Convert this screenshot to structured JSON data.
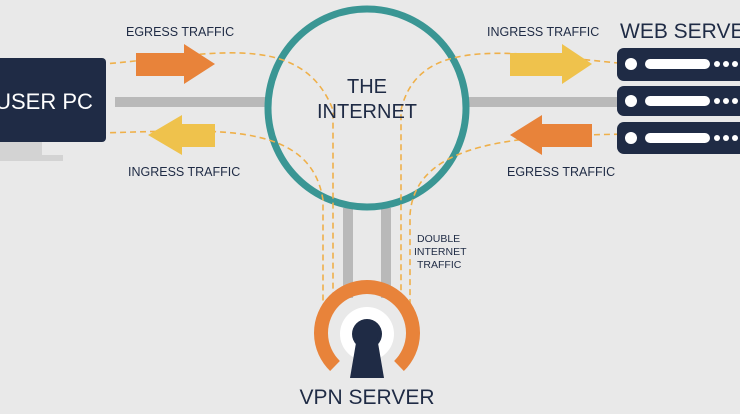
{
  "user_pc": {
    "label": "USER PC"
  },
  "web_server": {
    "label": "WEB SERVER"
  },
  "internet": {
    "line1": "THE",
    "line2": "INTERNET"
  },
  "vpn_server": {
    "label": "VPN SERVER"
  },
  "traffic": {
    "egress_left": "EGRESS TRAFFIC",
    "ingress_left": "INGRESS TRAFFIC",
    "ingress_right": "INGRESS TRAFFIC",
    "egress_right": "EGRESS TRAFFIC",
    "double_line1": "DOUBLE",
    "double_line2": "INTERNET",
    "double_line3": "TRAFFIC"
  },
  "colors": {
    "navy": "#1f2b45",
    "orange": "#e8833a",
    "yellow": "#efc24c",
    "teal": "#3a9694",
    "gray": "#b9b9b9",
    "dash": "#efb04a"
  }
}
